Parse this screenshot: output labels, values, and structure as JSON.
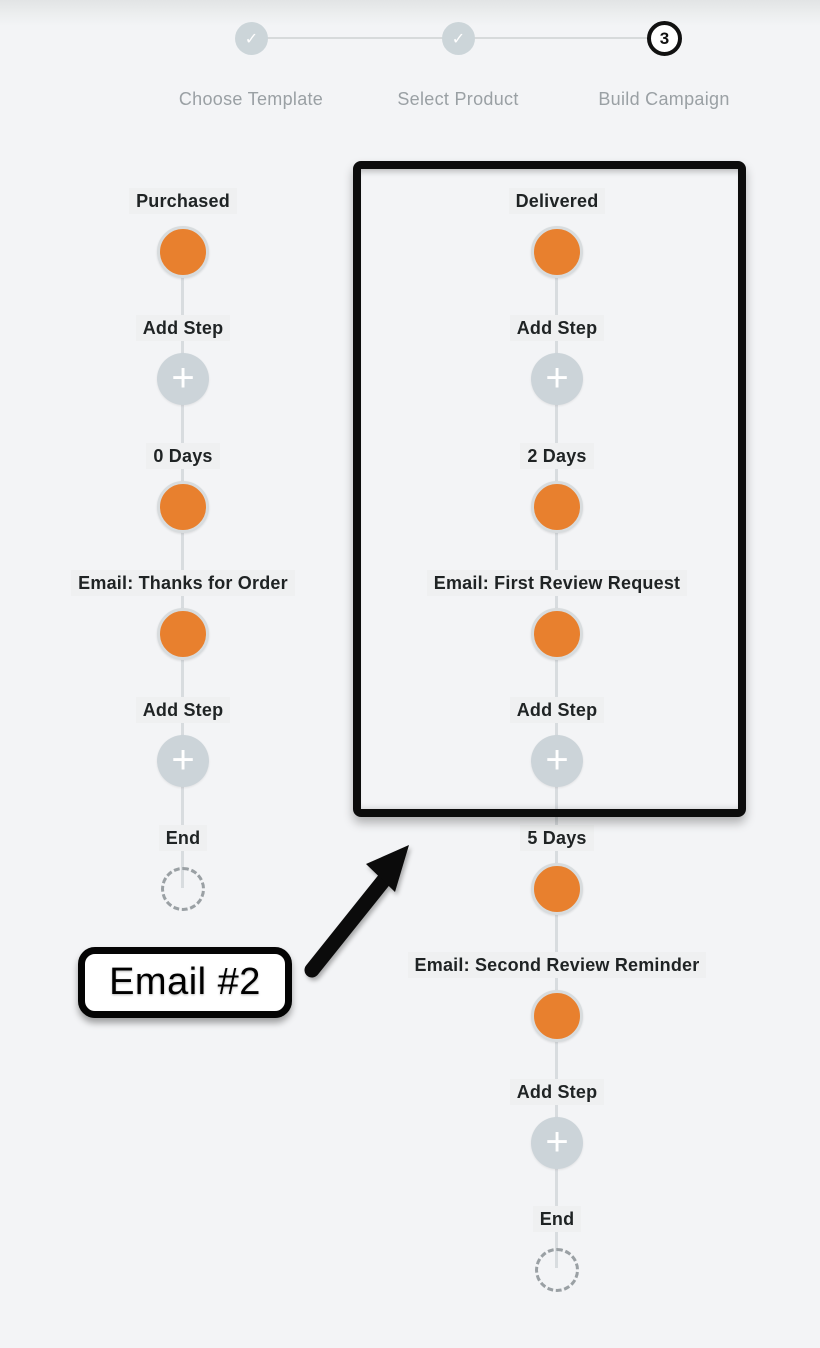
{
  "stepper": {
    "steps": [
      {
        "label": "Choose Template",
        "state": "complete"
      },
      {
        "label": "Select Product",
        "state": "complete"
      },
      {
        "label": "Build Campaign",
        "state": "current",
        "number": "3"
      }
    ]
  },
  "flows": {
    "left": {
      "steps": [
        {
          "label": "Purchased",
          "type": "event"
        },
        {
          "label": "Add Step",
          "type": "add"
        },
        {
          "label": "0 Days",
          "type": "event"
        },
        {
          "label": "Email: Thanks for Order",
          "type": "event"
        },
        {
          "label": "Add Step",
          "type": "add"
        },
        {
          "label": "End",
          "type": "end"
        }
      ]
    },
    "right": {
      "steps": [
        {
          "label": "Delivered",
          "type": "event"
        },
        {
          "label": "Add Step",
          "type": "add"
        },
        {
          "label": "2 Days",
          "type": "event"
        },
        {
          "label": "Email: First Review Request",
          "type": "event"
        },
        {
          "label": "Add Step",
          "type": "add"
        },
        {
          "label": "5 Days",
          "type": "event"
        },
        {
          "label": "Email: Second Review Reminder",
          "type": "event"
        },
        {
          "label": "Add Step",
          "type": "add"
        },
        {
          "label": "End",
          "type": "end"
        }
      ]
    }
  },
  "annotation": {
    "label": "Email #2"
  },
  "icons": {
    "check": "✓",
    "plus": "+"
  },
  "colors": {
    "background": "#F3F4F6",
    "accent_orange": "#E8802E",
    "muted_circle": "#CCD4D9",
    "connector_line": "#D8DCDF",
    "chip_background": "#EFF0F1",
    "stepper_label": "#9AA0A4",
    "annotation_black": "#0C0C0C"
  }
}
